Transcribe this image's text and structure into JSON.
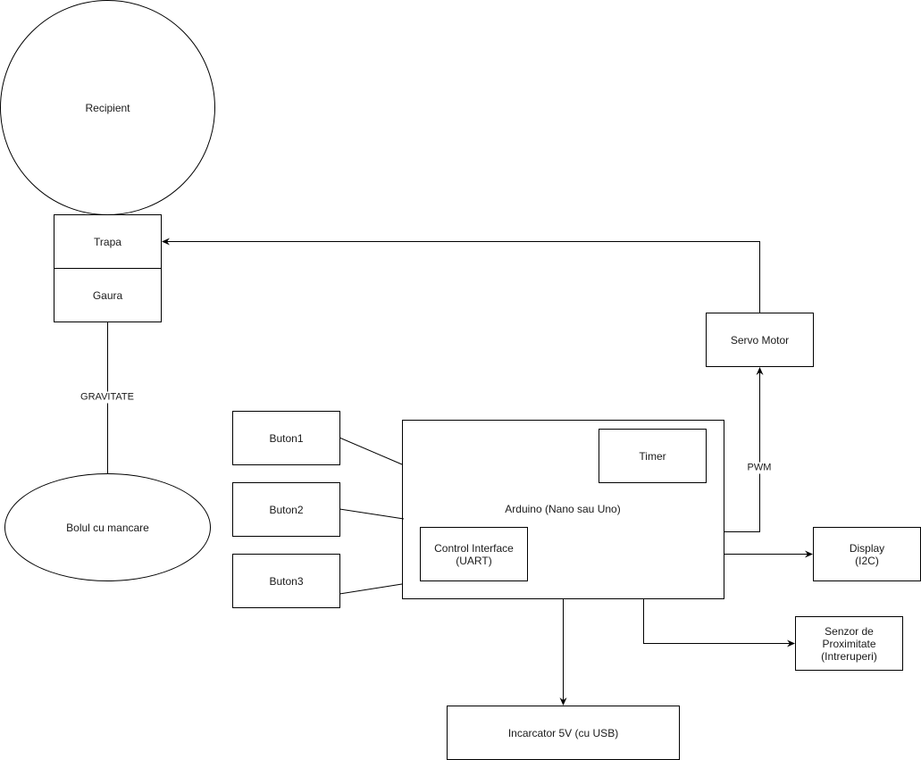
{
  "diagram": {
    "nodes": {
      "recipient": {
        "label": "Recipient",
        "shape": "circle"
      },
      "trapa": {
        "label": "Trapa",
        "shape": "rect"
      },
      "gaura": {
        "label": "Gaura",
        "shape": "rect"
      },
      "bolul": {
        "label": "Bolul cu mancare",
        "shape": "ellipse"
      },
      "buton1": {
        "label": "Buton1",
        "shape": "rect"
      },
      "buton2": {
        "label": "Buton2",
        "shape": "rect"
      },
      "buton3": {
        "label": "Buton3",
        "shape": "rect"
      },
      "arduino": {
        "label": "Arduino (Nano sau Uno)",
        "shape": "rect"
      },
      "timer": {
        "label": "Timer",
        "shape": "rect"
      },
      "control_interface": {
        "label": "Control Interface\n(UART)",
        "shape": "rect"
      },
      "servo": {
        "label": "Servo Motor",
        "shape": "rect"
      },
      "display": {
        "label": "Display\n(I2C)",
        "shape": "rect"
      },
      "senzor": {
        "label": "Senzor de\nProximitate\n(Intreruperi)",
        "shape": "rect"
      },
      "incarcator": {
        "label": "Incarcator 5V (cu USB)",
        "shape": "rect"
      }
    },
    "edges": [
      {
        "from": "gaura",
        "to": "bolul",
        "label": "GRAVITATE",
        "arrow": false
      },
      {
        "from": "servo",
        "to": "trapa",
        "label": "",
        "arrow": true
      },
      {
        "from": "arduino",
        "to": "servo",
        "label": "PWM",
        "arrow": true
      },
      {
        "from": "arduino",
        "to": "display",
        "label": "",
        "arrow": true
      },
      {
        "from": "arduino",
        "to": "senzor",
        "label": "",
        "arrow": true
      },
      {
        "from": "arduino",
        "to": "incarcator",
        "label": "",
        "arrow": true
      },
      {
        "from": "buton1",
        "to": "arduino",
        "label": "",
        "arrow": false
      },
      {
        "from": "buton2",
        "to": "arduino",
        "label": "",
        "arrow": false
      },
      {
        "from": "buton3",
        "to": "arduino",
        "label": "",
        "arrow": false
      }
    ],
    "colors": {
      "stroke": "#000000",
      "fill": "#ffffff",
      "text": "#1a1a1a"
    }
  }
}
